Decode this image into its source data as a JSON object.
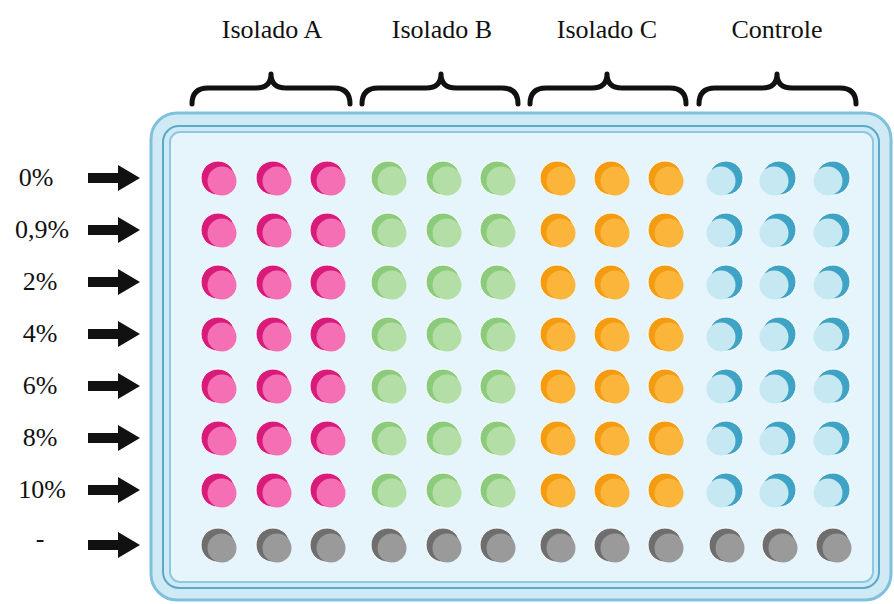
{
  "diagram": {
    "labels": [
      "Isolado A",
      "Isolado B",
      "Isolado C",
      "Controle",
      "0%",
      "0,9%",
      "2%",
      "4%",
      "6%",
      "8%",
      "10%",
      "-"
    ]
  }
}
